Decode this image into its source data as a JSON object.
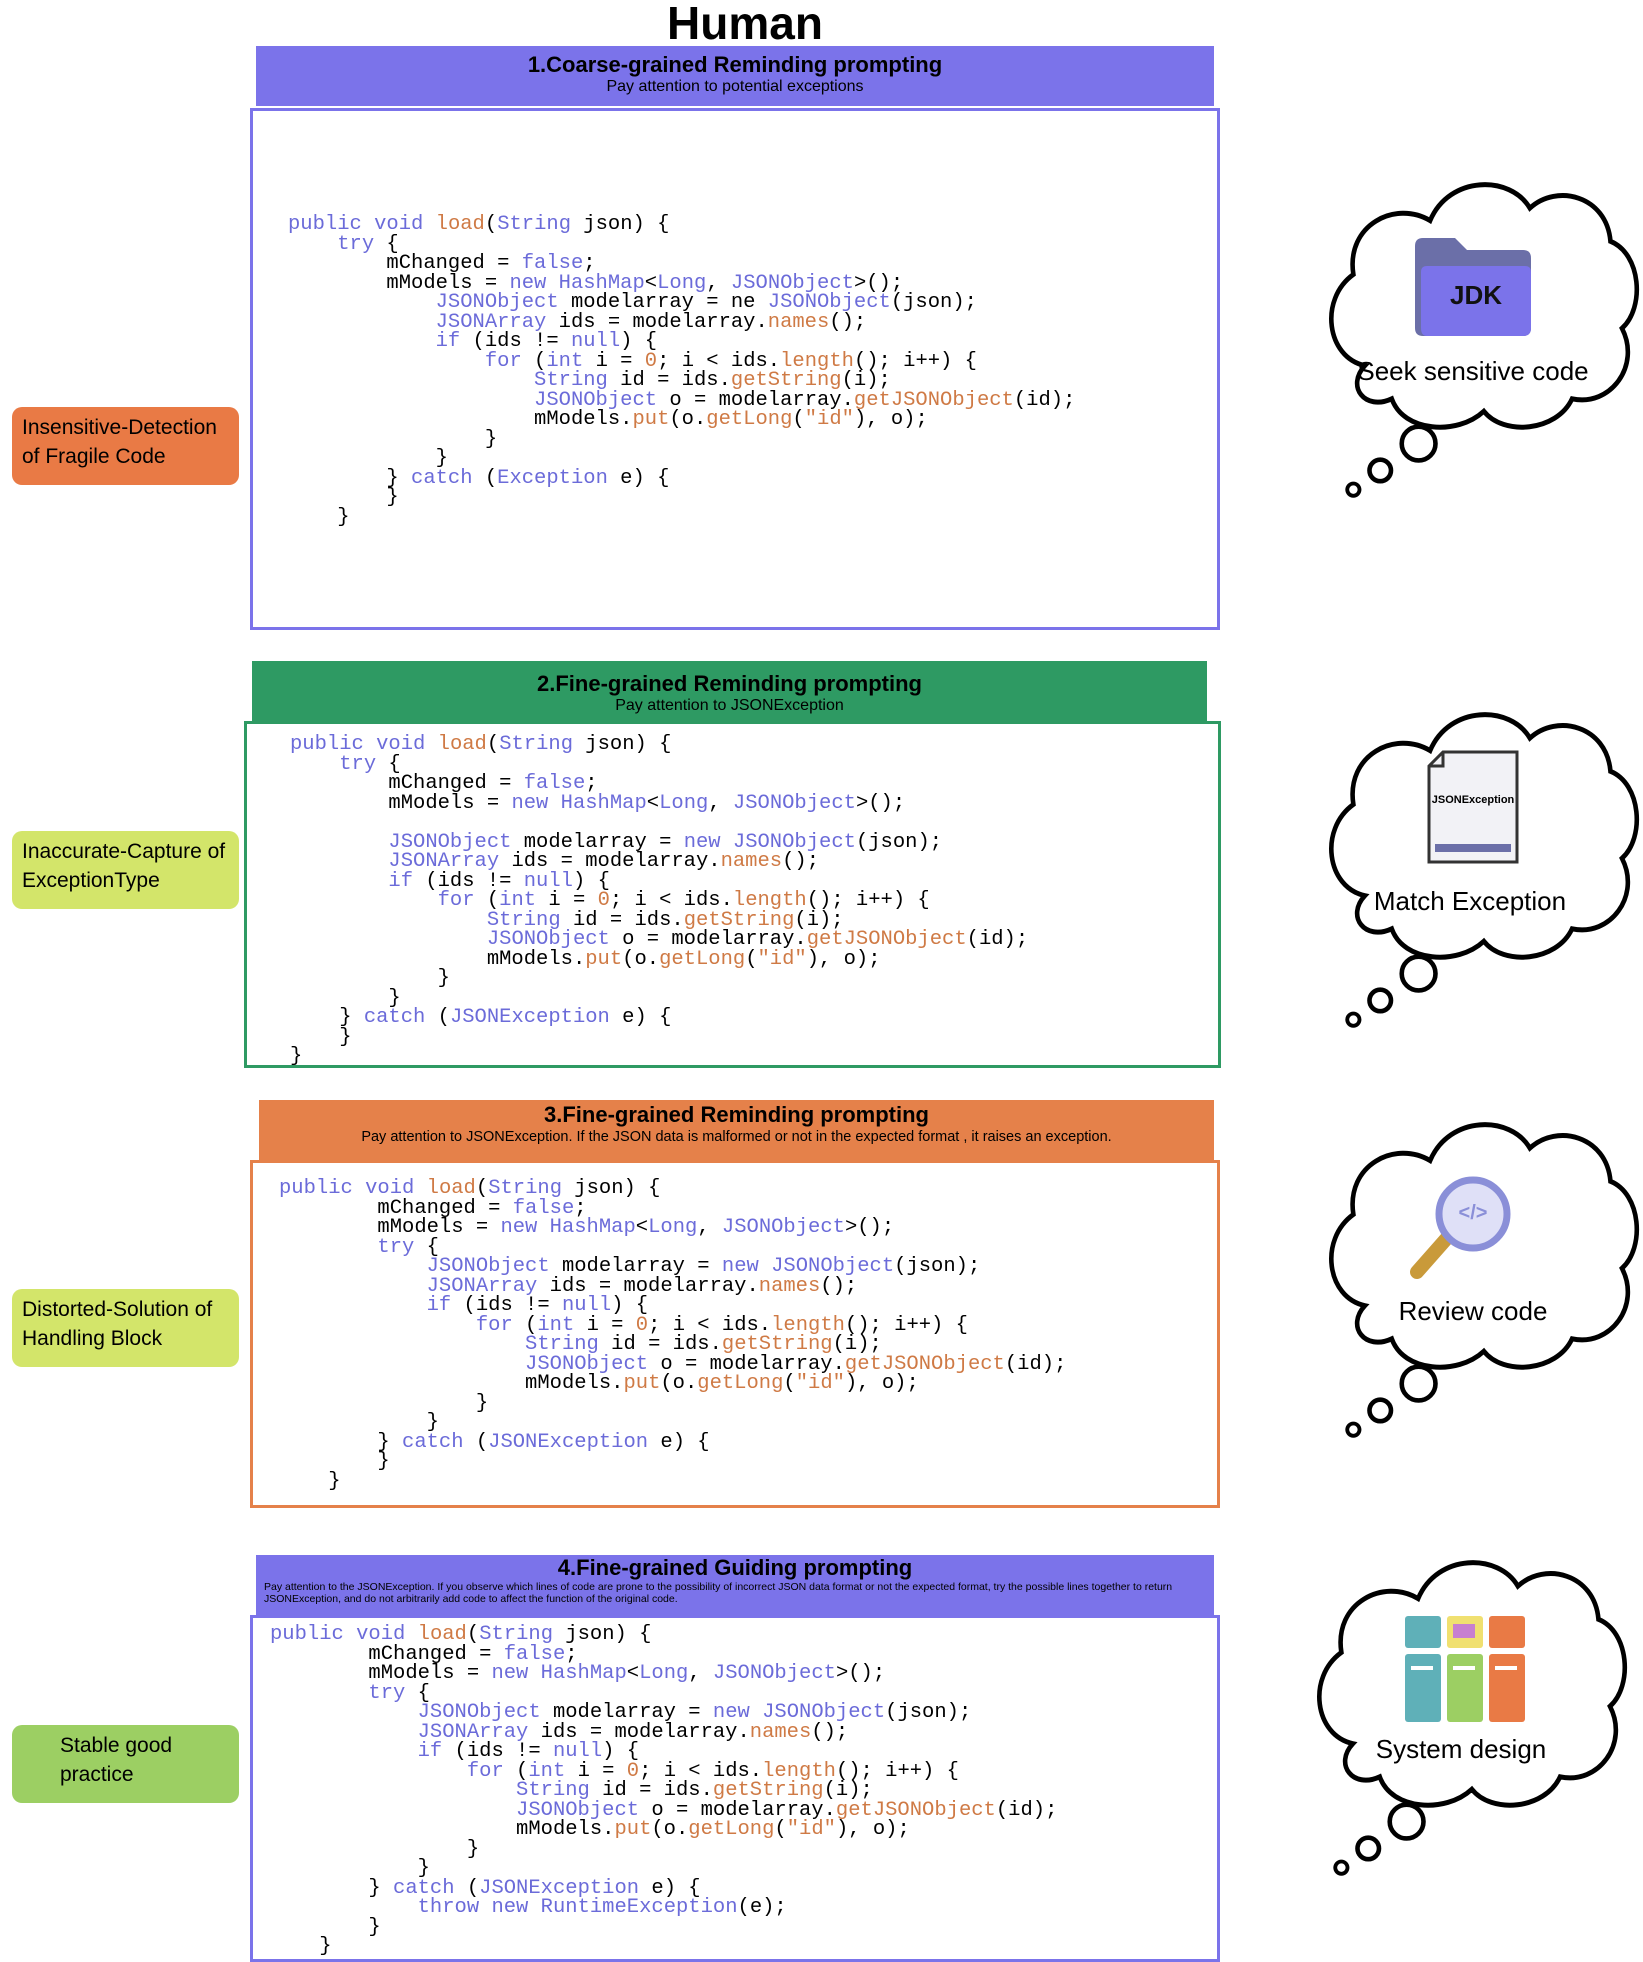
{
  "title": "Human",
  "colors": {
    "purple": "#7b73ea",
    "green": "#2e9a63",
    "orange": "#e5814a",
    "lime": "#d3e56a",
    "label_green": "#9ccf63",
    "label_orange": "#e97a45"
  },
  "panels": [
    {
      "heading": "1.Coarse-grained Reminding prompting",
      "subheading": "Pay attention to potential exceptions",
      "label": "Insensitive-Detection of Fragile Code",
      "thought": "Seek sensitive code",
      "thought_icon": "jdk-folder-icon",
      "icon_text": "JDK",
      "code": [
        "public void load(String json) {",
        "    try {",
        "        mChanged = false;",
        "        mModels = new HashMap<Long, JSONObject>();",
        "            JSONObject modelarray = ne JSONObject(json);",
        "            JSONArray ids = modelarray.names();",
        "            if (ids != null) {",
        "                for (int i = 0; i < ids.length(); i++) {",
        "                    String id = ids.getString(i);",
        "                    JSONObject o = modelarray.getJSONObject(id);",
        "                    mModels.put(o.getLong(\"id\"), o);",
        "                }",
        "            }",
        "        } catch (Exception e) {",
        "        }",
        "    }"
      ]
    },
    {
      "heading": "2.Fine-grained Reminding prompting",
      "subheading": "Pay attention to JSONException",
      "label": "Inaccurate-Capture of ExceptionType",
      "thought": "Match Exception",
      "thought_icon": "document-icon",
      "icon_text": "JSONException",
      "code": [
        "public void load(String json) {",
        "    try {",
        "        mChanged = false;",
        "        mModels = new HashMap<Long, JSONObject>();",
        "",
        "        JSONObject modelarray = new JSONObject(json);",
        "        JSONArray ids = modelarray.names();",
        "        if (ids != null) {",
        "            for (int i = 0; i < ids.length(); i++) {",
        "                String id = ids.getString(i);",
        "                JSONObject o = modelarray.getJSONObject(id);",
        "                mModels.put(o.getLong(\"id\"), o);",
        "            }",
        "        }",
        "    } catch (JSONException e) {",
        "    }",
        "}"
      ]
    },
    {
      "heading": "3.Fine-grained Reminding prompting",
      "subheading": "Pay attention to JSONException. If the JSON data is malformed or not in the expected format , it raises an exception.",
      "label": "Distorted-Solution of Handling Block",
      "thought": "Review code",
      "thought_icon": "magnifier-code-icon",
      "icon_text": "</>",
      "code": [
        "public void load(String json) {",
        "        mChanged = false;",
        "        mModels = new HashMap<Long, JSONObject>();",
        "        try {",
        "            JSONObject modelarray = new JSONObject(json);",
        "            JSONArray ids = modelarray.names();",
        "            if (ids != null) {",
        "                for (int i = 0; i < ids.length(); i++) {",
        "                    String id = ids.getString(i);",
        "                    JSONObject o = modelarray.getJSONObject(id);",
        "                    mModels.put(o.getLong(\"id\"), o);",
        "                }",
        "            }",
        "        } catch (JSONException e) {",
        "        }",
        "    }"
      ]
    },
    {
      "heading": "4.Fine-grained Guiding prompting",
      "subheading": "Pay attention to the JSONException. If you observe which lines of code are prone to the possibility of incorrect JSON data format or not the expected format, try the possible lines together to return JSONException, and do not arbitrarily add code to affect the function of the original code.",
      "label": "Stable good practice",
      "thought": "System design",
      "thought_icon": "system-design-icon",
      "code": [
        "public void load(String json) {",
        "        mChanged = false;",
        "        mModels = new HashMap<Long, JSONObject>();",
        "        try {",
        "            JSONObject modelarray = new JSONObject(json);",
        "            JSONArray ids = modelarray.names();",
        "            if (ids != null) {",
        "                for (int i = 0; i < ids.length(); i++) {",
        "                    String id = ids.getString(i);",
        "                    JSONObject o = modelarray.getJSONObject(id);",
        "                    mModels.put(o.getLong(\"id\"), o);",
        "                }",
        "            }",
        "        } catch (JSONException e) {",
        "            throw new RuntimeException(e);",
        "        }",
        "    }"
      ]
    }
  ]
}
